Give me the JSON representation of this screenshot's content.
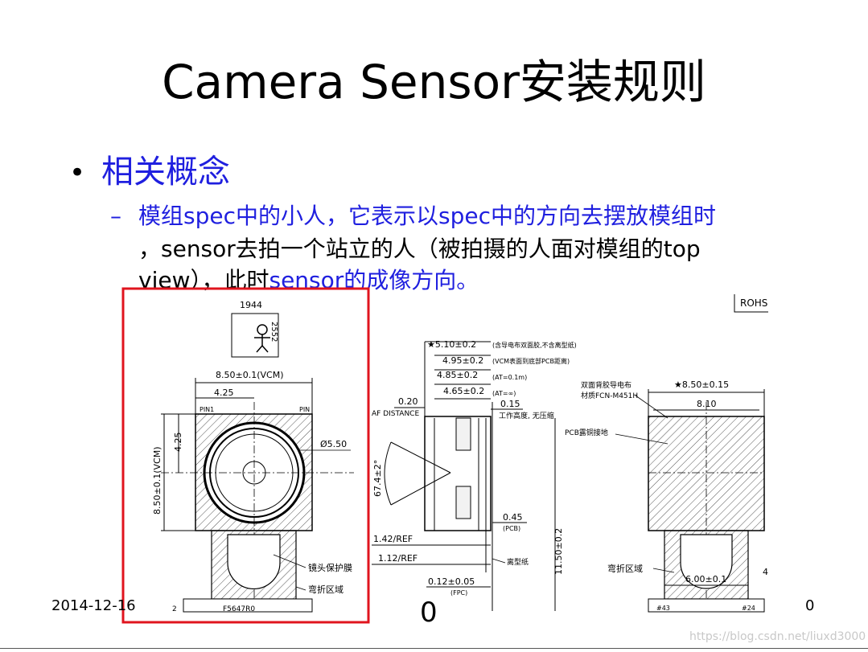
{
  "slide": {
    "title": "Camera Sensor安装规则",
    "bullet": "相关概念",
    "sub": {
      "line1": "模组spec中的小人，它表示以spec中的方向去摆放模组时",
      "line2": "，sensor去拍一个站立的人（被拍摄的人面对模组的top",
      "line3a": "view），此时",
      "line3b": "sensor",
      "line3c": "的成像方向。"
    },
    "footer": {
      "date": "2014-12-16",
      "page": "0",
      "center": "0"
    },
    "watermark": "https://blog.csdn.net/liuxd3000"
  },
  "drawing": {
    "labels": {
      "top_code": "1944",
      "vertical_code": "2552",
      "vcm_width": "8.50±0.1(VCM)",
      "half_w": "4.25",
      "half_h": "4.25",
      "vcm_height": "8.50±0.1(VCM)",
      "lens_dia": "Ø5.50",
      "pin_left": "PIN1",
      "pin_right": "PIN",
      "lens_film": "镜头保护膜",
      "bend_area_left": "弯折区域",
      "part_no": "F5647R0",
      "left_small": "2",
      "rohs": "ROHS",
      "h1": "★5.10±0.2",
      "h1_note": "(含导电布双面胶,不含离型纸)",
      "h2": "4.95±0.2",
      "h2_note": "(VCM表面到底部PCB距离)",
      "h3": "4.85±0.2",
      "h3_note": "(AT=0.1m)",
      "h4": "4.65±0.2",
      "h4_note": "(AT=∞)",
      "af": "0.20",
      "af_label": "AF DISTANCE",
      "d015": "0.15",
      "d015_note": "工作高度, 无压缩",
      "fov": "67.4±2°",
      "pcb_t": "0.45",
      "pcb_t_note": "(PCB)",
      "ref1": "1.42/REF",
      "ref2": "1.12/REF",
      "release": "离型纸",
      "fpc_t": "0.12±0.05",
      "fpc_t_note": "(FPC)",
      "right_len": "11.50±0.2",
      "tape": "双面背胶导电布",
      "tape_mat": "材质FCN-M451H",
      "w1": "★8.50±0.15",
      "w2": "8.10",
      "pcb_region": "PCB露铜接地",
      "bend_area_right": "弯折区域",
      "w3": "6.00±0.1",
      "edge4": "4",
      "b1": "#43",
      "b2": "#24"
    }
  },
  "colors": {
    "title": "#000000",
    "accent_blue": "#1f1fdf",
    "highlight_red": "#e0141e"
  }
}
